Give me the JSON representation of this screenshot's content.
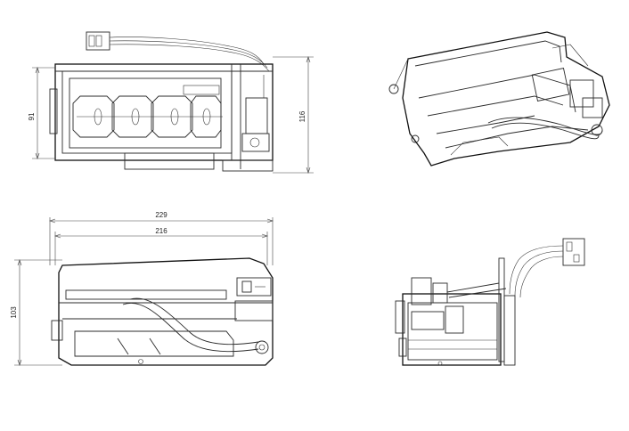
{
  "drawing": {
    "views": [
      {
        "id": "top-view"
      },
      {
        "id": "isometric-view"
      },
      {
        "id": "front-view"
      },
      {
        "id": "side-view"
      }
    ],
    "dimensions": {
      "top_height": "91",
      "top_overall_height": "116",
      "front_overall_width": "229",
      "front_inner_width": "216",
      "front_height": "103"
    }
  }
}
